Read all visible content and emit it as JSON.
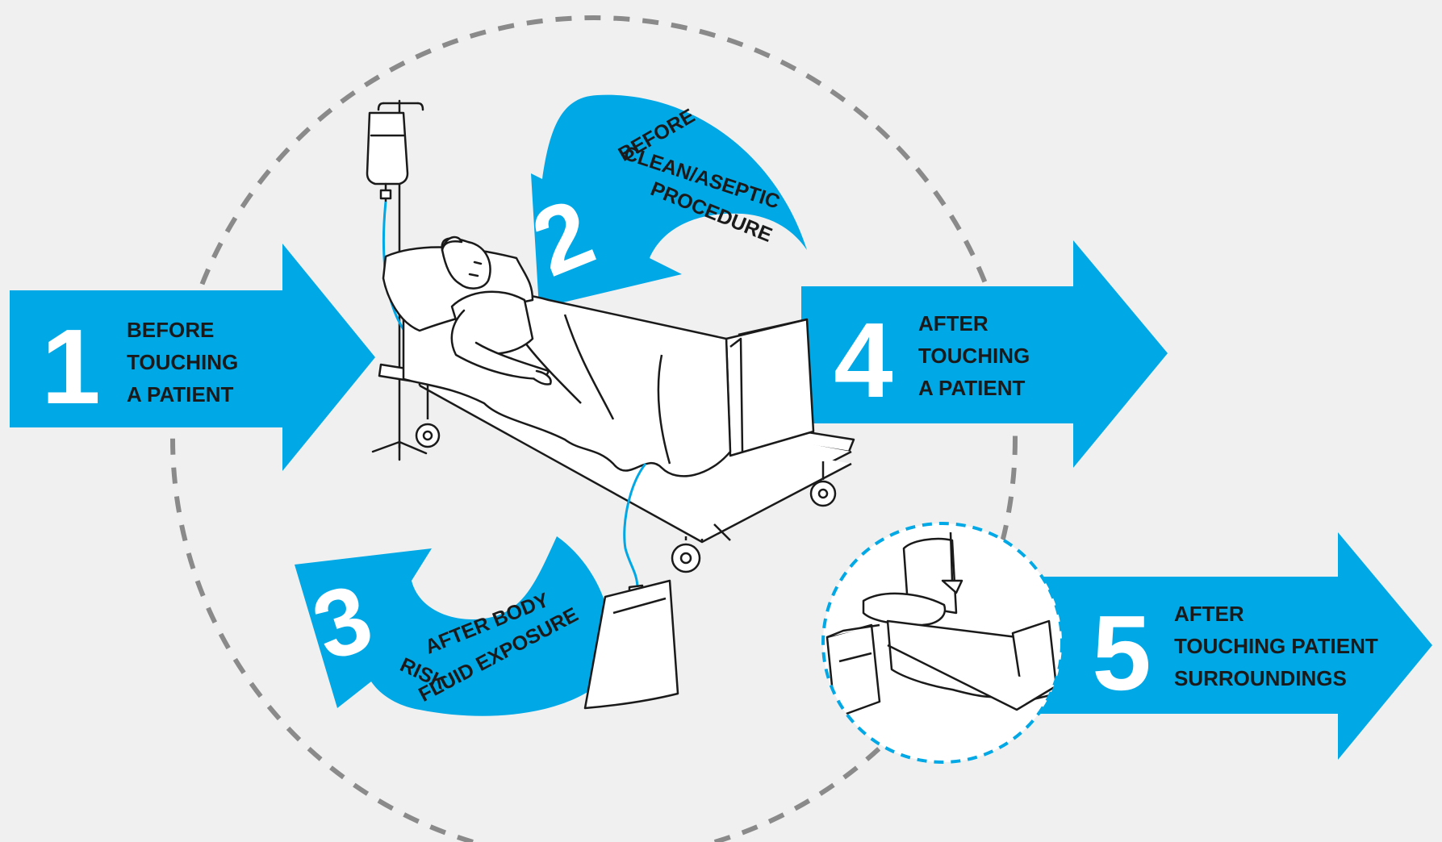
{
  "colors": {
    "background": "#f0f0f0",
    "accent": "#00a8e6",
    "circle": "#8a8a8a",
    "line": "#1a1a1a"
  },
  "moments": [
    {
      "number": "1",
      "lines": [
        "BEFORE",
        "TOUCHING",
        "A PATIENT"
      ]
    },
    {
      "number": "2",
      "lines": [
        "BEFORE",
        "CLEAN/ASEPTIC",
        "PROCEDURE"
      ]
    },
    {
      "number": "3",
      "lines": [
        "AFTER BODY",
        "FLUID EXPOSURE",
        "RISK"
      ]
    },
    {
      "number": "4",
      "lines": [
        "AFTER",
        "TOUCHING",
        "A PATIENT"
      ]
    },
    {
      "number": "5",
      "lines": [
        "AFTER",
        "TOUCHING PATIENT",
        "SURROUNDINGS"
      ]
    }
  ],
  "icons": [
    "iv-drip-icon",
    "hospital-bed-icon",
    "patient-icon",
    "drainage-bag-icon",
    "bedside-table-icon",
    "patient-zone-icon"
  ]
}
